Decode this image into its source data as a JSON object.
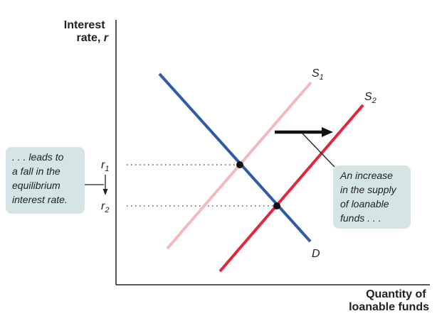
{
  "chart_data": {
    "type": "line",
    "y_axis_label": [
      "Interest",
      "rate, r"
    ],
    "x_axis_label": [
      "Quantity of",
      "loanable funds"
    ],
    "curves": [
      {
        "id": "supply-1",
        "label": "S",
        "sub": "1",
        "color": "#f4b9bd"
      },
      {
        "id": "supply-2",
        "label": "S",
        "sub": "2",
        "color": "#e3263a"
      },
      {
        "id": "demand",
        "label": "D",
        "color": "#2f5aa8"
      }
    ],
    "rate_labels": [
      {
        "id": "rate-1",
        "label": "r",
        "sub": "1"
      },
      {
        "id": "rate-2",
        "label": "r",
        "sub": "2"
      }
    ],
    "callout_left": [
      ". . . leads to",
      "a fall in the",
      "equilibrium",
      "interest rate."
    ],
    "callout_right": [
      "An increase",
      "in the supply",
      "of loanable",
      "funds . . ."
    ],
    "callout_color": "#d5e4e4"
  }
}
